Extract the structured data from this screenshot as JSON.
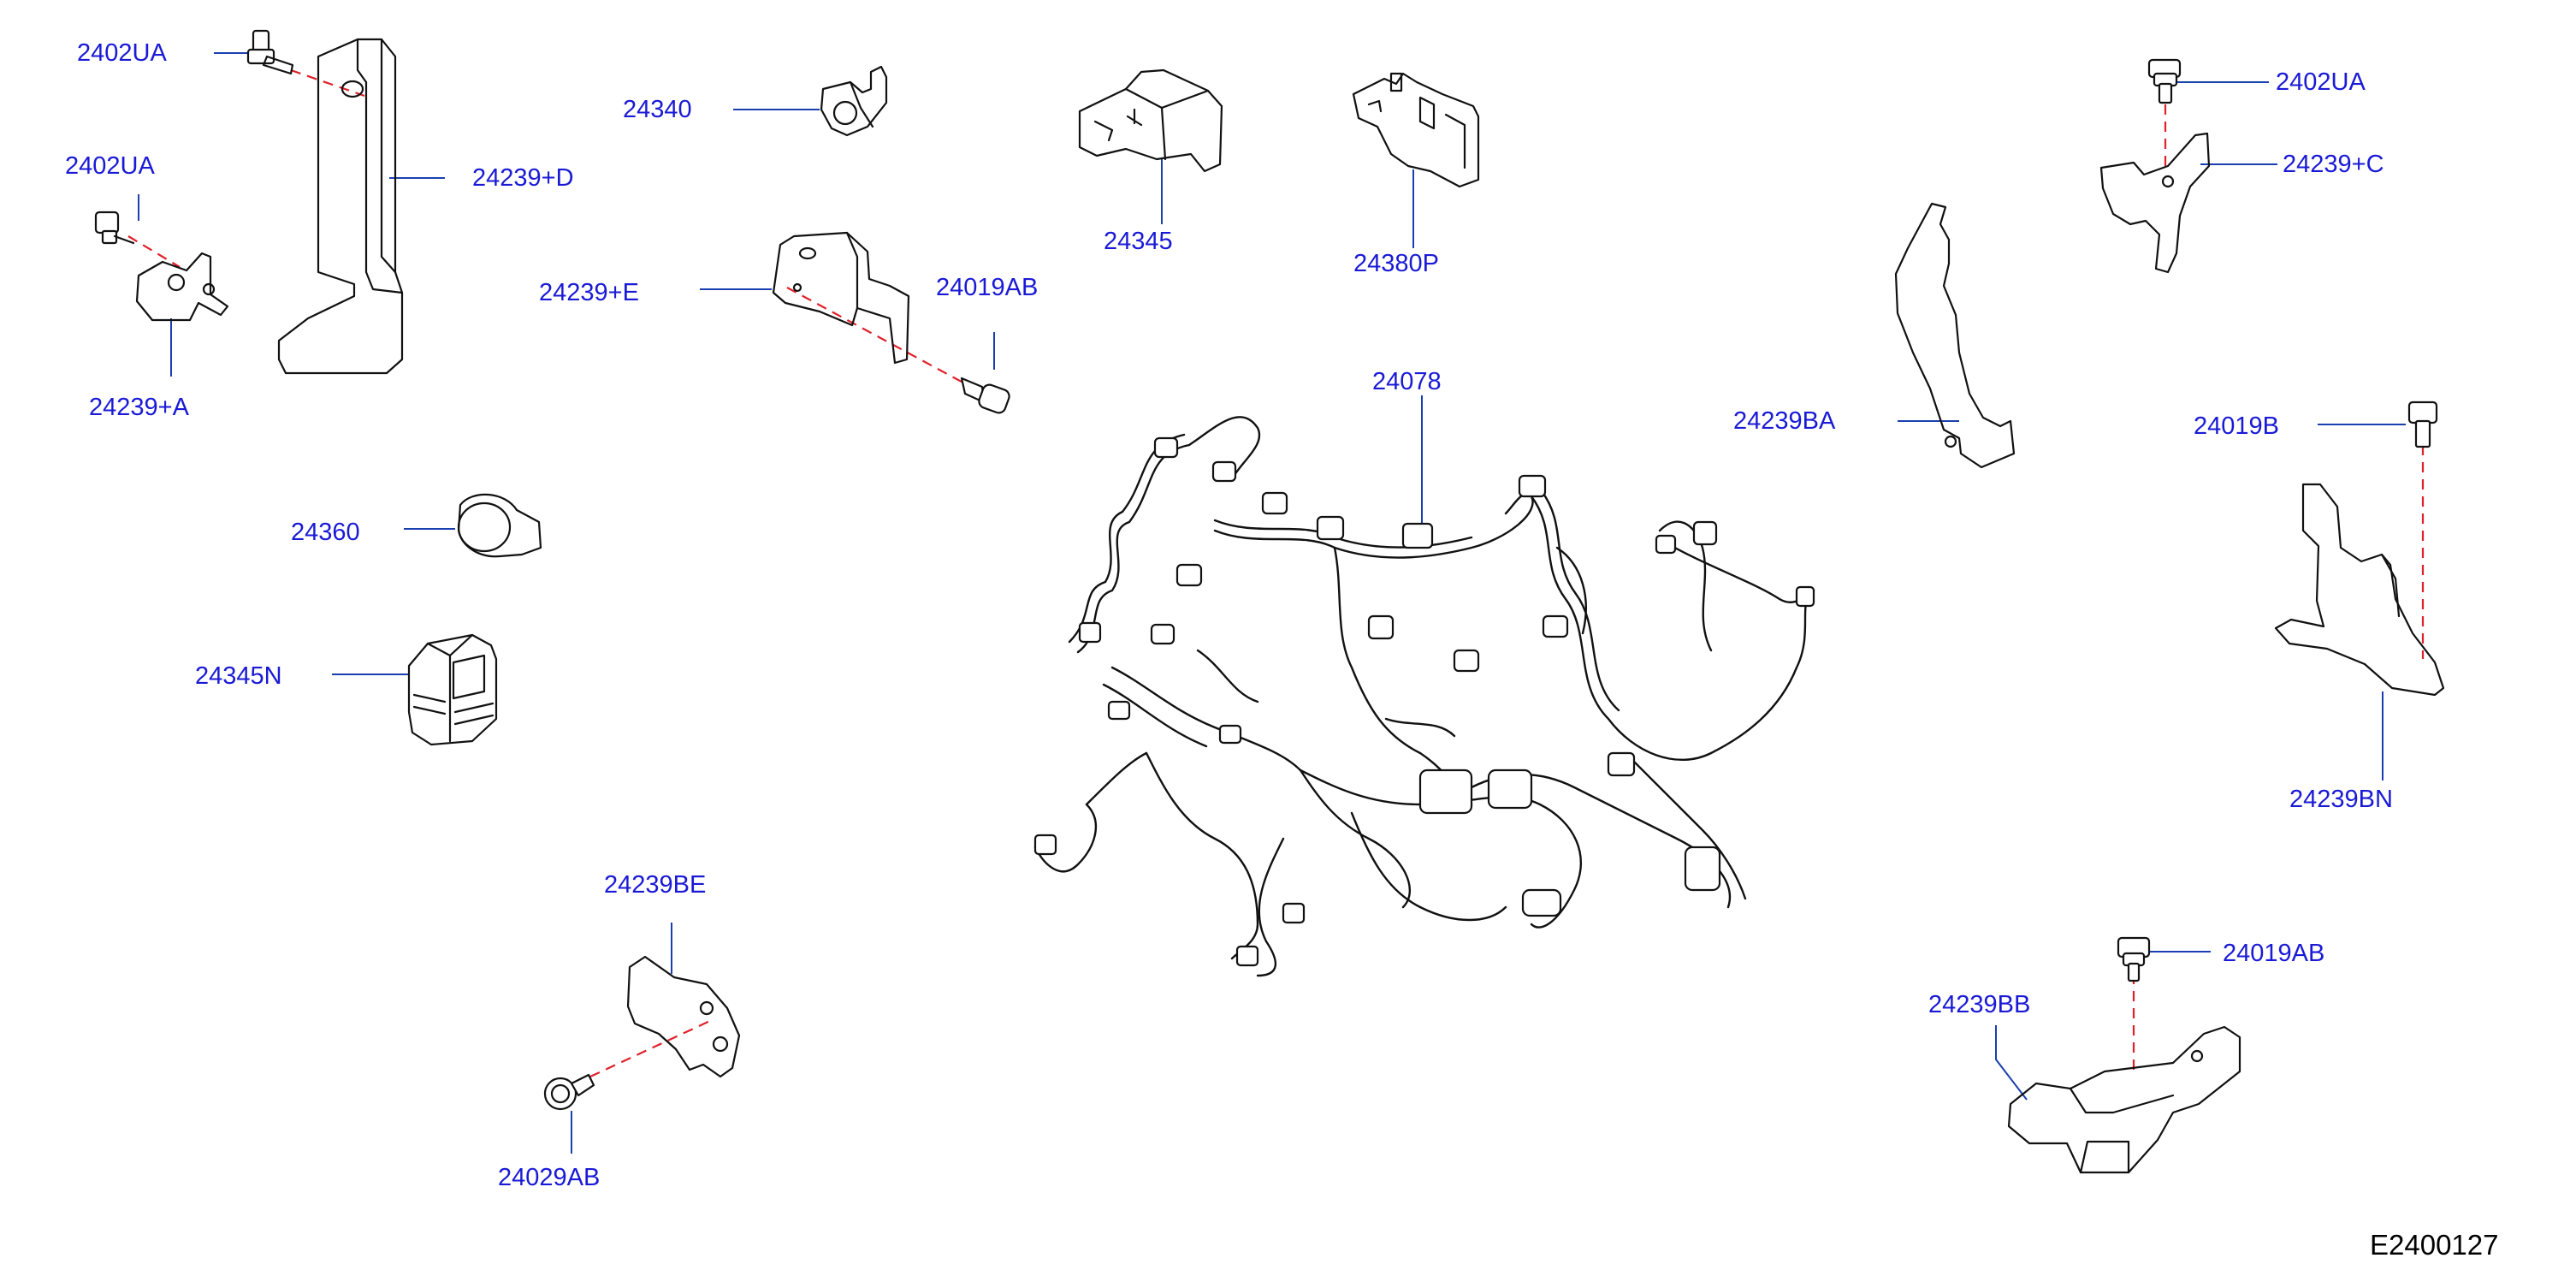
{
  "diagram_code": "E2400127",
  "parts": {
    "p_2402UA_top_left": "2402UA",
    "p_24239_D": "24239+D",
    "p_2402UA_left": "2402UA",
    "p_24239_A": "24239+A",
    "p_24340": "24340",
    "p_24345": "24345",
    "p_24380P": "24380P",
    "p_24239_E": "24239+E",
    "p_24019AB_mid": "24019AB",
    "p_24078": "24078",
    "p_24360": "24360",
    "p_24345N": "24345N",
    "p_24239BE": "24239BE",
    "p_24029AB": "24029AB",
    "p_2402UA_right": "2402UA",
    "p_24239_C": "24239+C",
    "p_24239BA": "24239BA",
    "p_24019B": "24019B",
    "p_24239BN": "24239BN",
    "p_24019AB_right": "24019AB",
    "p_24239BB": "24239BB"
  },
  "colors": {
    "label": "#1a1ad6",
    "leader": "#1a3fb0",
    "bolt_axis": "#e0202a",
    "outline": "#111111"
  }
}
